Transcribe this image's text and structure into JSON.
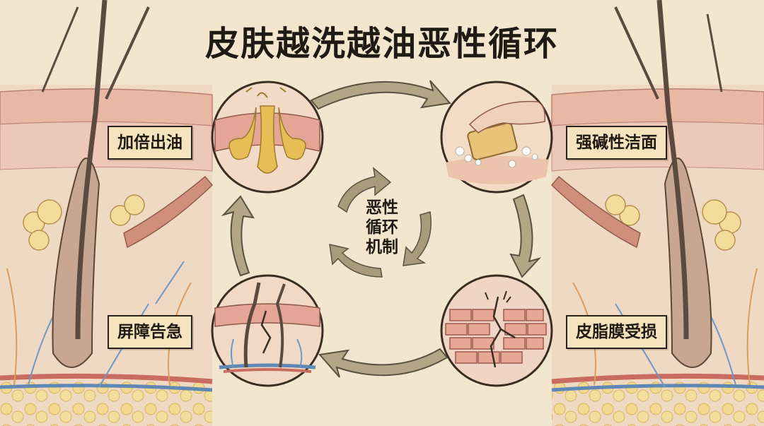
{
  "title": "皮肤越洗越油恶性循环",
  "stages": {
    "oil": "加倍出油",
    "cleanse": "强碱性洁面",
    "damage": "皮脂膜受损",
    "barrier": "屏障告急"
  },
  "center": {
    "line1": "恶性",
    "line2": "循环",
    "line3": "机制"
  },
  "colors": {
    "background": "#f3e6cf",
    "label_fill": "#f4e3bd",
    "arrow": "#a99a7c",
    "skin": "#e7b7a3",
    "oil": "#e6be55",
    "fat": "#f0d887"
  },
  "icons": [
    "pore-oil-icon",
    "soap-hand-icon",
    "cracked-skin-icon",
    "barrier-damage-icon"
  ]
}
